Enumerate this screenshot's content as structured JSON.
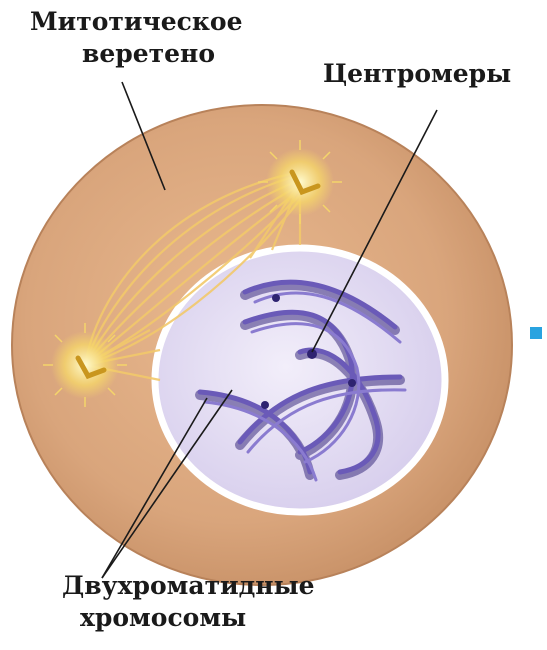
{
  "labels": {
    "spindle_line1": "Митотическое",
    "spindle_line2": "веретено",
    "centromeres": "Центромеры",
    "chromosomes_line1": "Двухроматидные",
    "chromosomes_line2": "хромосомы"
  },
  "colors": {
    "cytoplasm": "#d9a57c",
    "cytoplasm_edge": "#b8825a",
    "nucleus": "#e6e0f2",
    "nucleus_edge": "#ffffff",
    "chromosome": "#5a4aa6",
    "chromosome_dark": "#3d2f80",
    "spindle": "#f2c96b",
    "centrosome": "#fff4a8",
    "leader_line": "#1a1a1a",
    "marker": "#29a3e0"
  },
  "icons": {
    "marker": "blue-square-icon"
  }
}
